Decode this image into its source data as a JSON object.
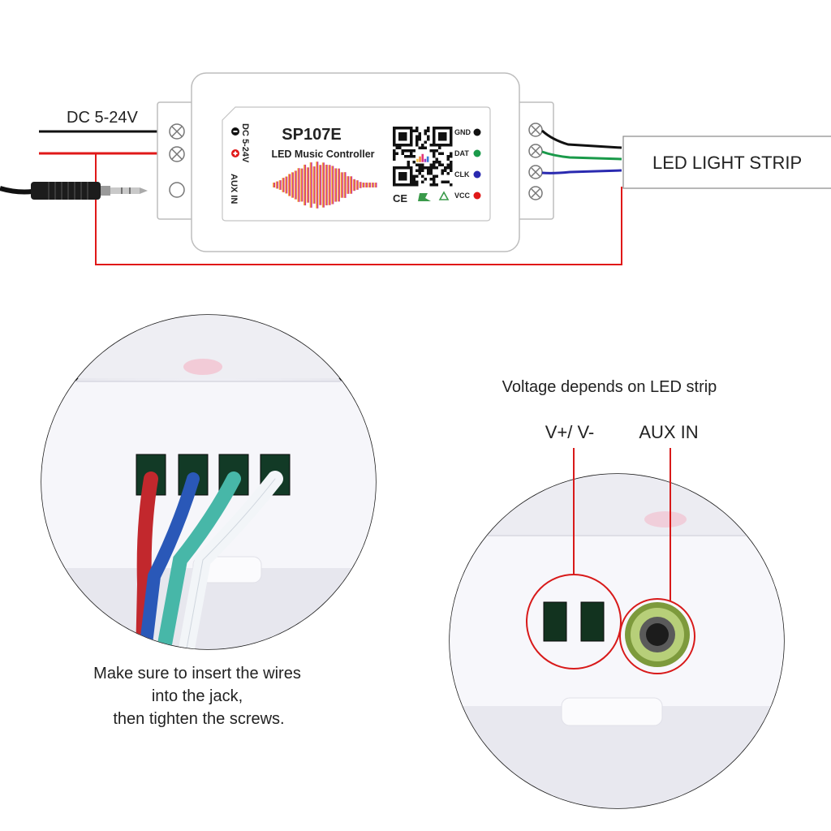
{
  "wiring": {
    "power_label": "DC 5-24V",
    "strip_label": "LED LIGHT STRIP"
  },
  "controller": {
    "model": "SP107E",
    "subtitle": "LED Music Controller",
    "port_power": "DC 5-24V",
    "port_aux": "AUX IN",
    "pins": [
      {
        "label": "GND",
        "color": "#111111"
      },
      {
        "label": "DAT",
        "color": "#1a9a4a"
      },
      {
        "label": "CLK",
        "color": "#2a2ab0"
      },
      {
        "label": "VCC",
        "color": "#e01818"
      }
    ],
    "cert_marks": "CE"
  },
  "left_detail": {
    "caption_line1": "Make sure to insert the wires",
    "caption_line2": "into the jack,",
    "caption_line3": "then tighten the screws."
  },
  "right_detail": {
    "heading": "Voltage depends on LED strip",
    "label_power": "V+/ V-",
    "label_aux": "AUX IN"
  },
  "colors": {
    "wire_black": "#111111",
    "wire_red": "#e01818",
    "wire_green": "#1a9a4a",
    "wire_blue": "#2a2ab0",
    "callout_red": "#d81a1a"
  }
}
